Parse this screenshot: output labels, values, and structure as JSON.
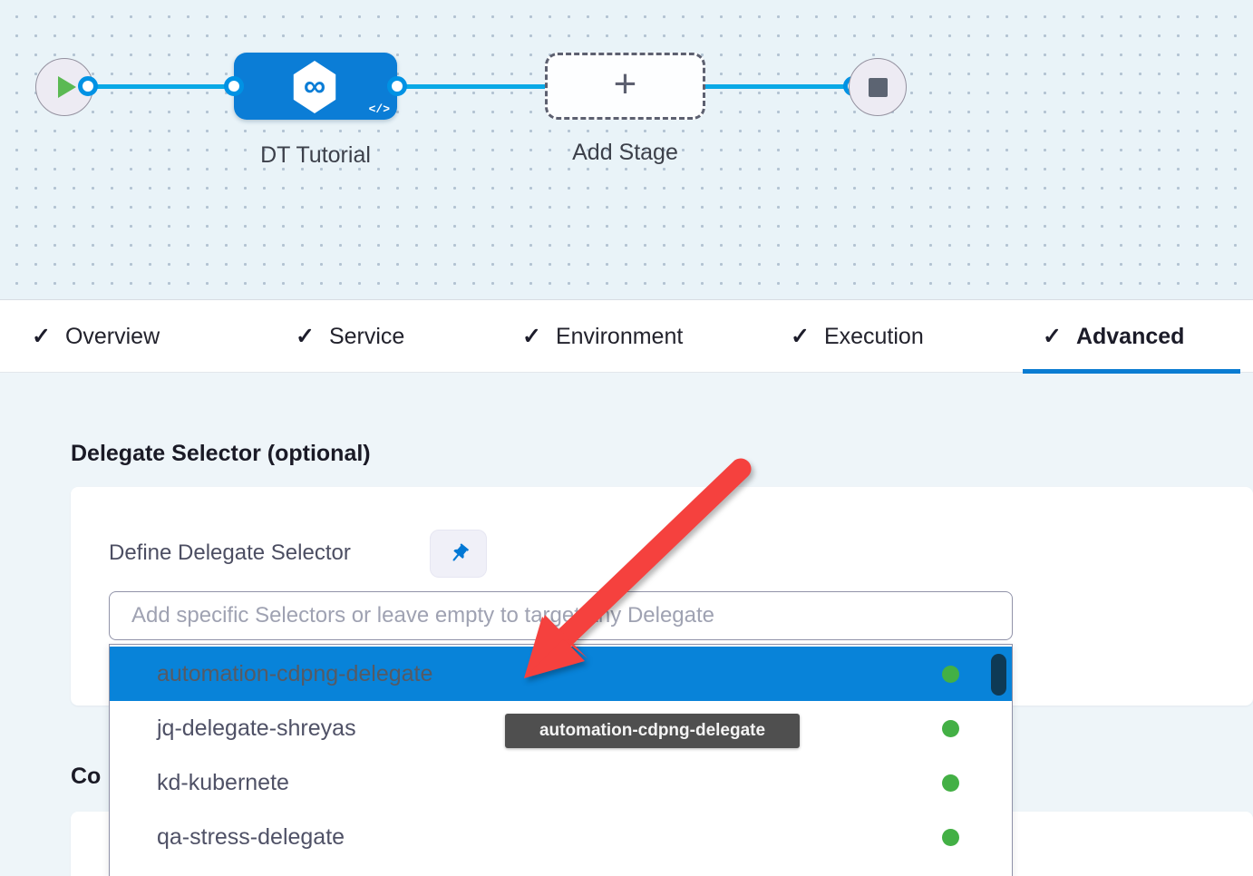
{
  "canvas": {
    "stage": {
      "label": "DT Tutorial",
      "icon_glyph": "∞",
      "code_badge": "</>"
    },
    "add_stage": {
      "label": "Add Stage",
      "plus_glyph": "+"
    }
  },
  "icons": {
    "check": "✓"
  },
  "tabs": [
    {
      "label": "Overview",
      "checked": true,
      "active": false
    },
    {
      "label": "Service",
      "checked": true,
      "active": false
    },
    {
      "label": "Environment",
      "checked": true,
      "active": false
    },
    {
      "label": "Execution",
      "checked": true,
      "active": false
    },
    {
      "label": "Advanced",
      "checked": true,
      "active": true
    }
  ],
  "section": {
    "heading": "Delegate Selector (optional)",
    "define_label": "Define Delegate Selector",
    "input_placeholder": "Add specific Selectors or leave empty to target any Delegate",
    "input_value": "",
    "partial_heading": "Co"
  },
  "dropdown": {
    "items": [
      {
        "name": "automation-cdpng-delegate",
        "highlighted": true,
        "status": "connected"
      },
      {
        "name": "jq-delegate-shreyas",
        "highlighted": false,
        "status": "connected"
      },
      {
        "name": "kd-kubernete",
        "highlighted": false,
        "status": "connected"
      },
      {
        "name": "qa-stress-delegate",
        "highlighted": false,
        "status": "connected"
      }
    ]
  },
  "tooltip": {
    "text": "automation-cdpng-delegate"
  },
  "colors": {
    "stage_node_blue": "#0b7dd6",
    "edge_blue": "#0aa9e6",
    "port_ring_blue": "#0092e4",
    "active_tab_underline": "#0a7cd2",
    "highlight_row_blue": "#0883d9",
    "status_dot_green": "#43b045",
    "annotation_arrow_red": "#f5413e",
    "tooltip_bg": "#4f4f4f",
    "canvas_bg": "#e9f3f8",
    "content_bg": "#eef5f9"
  }
}
